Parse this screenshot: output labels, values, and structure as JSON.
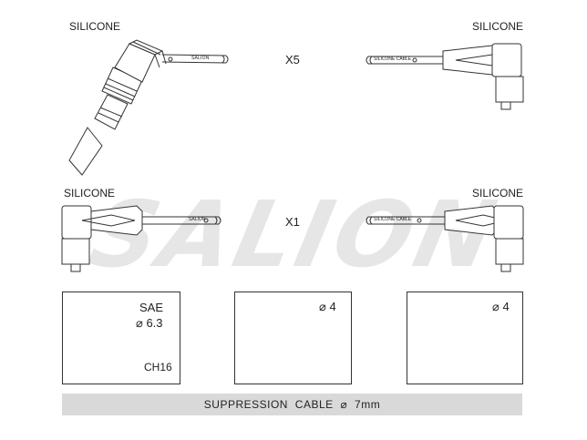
{
  "brand": {
    "watermark": "SALION"
  },
  "wire_sets": [
    {
      "left_label": "SILICONE",
      "right_label": "SILICONE",
      "quantity": "X5"
    },
    {
      "left_label": "SILICONE",
      "right_label": "SILICONE",
      "quantity": "X1"
    }
  ],
  "cable_prints": {
    "short": "SALION",
    "long": "SILICONE CABLE"
  },
  "connectors": {
    "spark_plug": {
      "standard": "SAE",
      "size": "⌀ 6.3",
      "code": "CH16"
    },
    "distributor_a": {
      "size": "⌀ 4"
    },
    "distributor_b": {
      "size": "⌀ 4"
    }
  },
  "footer": {
    "text": "SUPPRESSION CABLE  ⌀  7mm"
  },
  "colors": {
    "line": "#333333",
    "banner": "#d9d9d9",
    "watermark": "#e6e6e6"
  }
}
